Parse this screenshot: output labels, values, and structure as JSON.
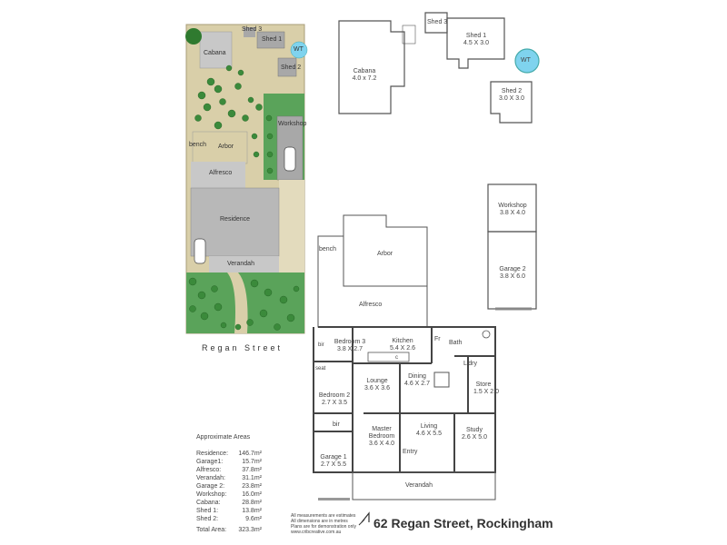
{
  "site_plan": {
    "labels": {
      "cabana": "Cabana",
      "shed1": "Shed 1",
      "shed2": "Shed 2",
      "shed3": "Shed 3",
      "wt": "WT",
      "workshop": "Workshop",
      "bench": "bench",
      "arbor": "Arbor",
      "alfresco": "Alfresco",
      "residence": "Residence",
      "verandah": "Verandah"
    },
    "street": "Regan Street"
  },
  "outbuildings": {
    "shed3": "Shed 3",
    "shed1": {
      "name": "Shed 1",
      "dims": "4.5 X 3.0"
    },
    "wt": "WT",
    "cabana": {
      "name": "Cabana",
      "dims": "4.0 x 7.2"
    },
    "shed2": {
      "name": "Shed 2",
      "dims": "3.0 X 3.0"
    },
    "workshop": {
      "name": "Workshop",
      "dims": "3.8 X 4.0"
    },
    "garage2": {
      "name": "Garage 2",
      "dims": "3.8 X 6.0"
    }
  },
  "floor_plan": {
    "bench": "bench",
    "arbor": "Arbor",
    "alfresco": "Alfresco",
    "bedroom3": {
      "name": "Bedroom 3",
      "dims": "3.8 X 2.7"
    },
    "kitchen": {
      "name": "Kitchen",
      "dims": "5.4 X 2.6"
    },
    "bath": "Bath",
    "fr": "Fr",
    "ldry": "L'dry",
    "store": {
      "name": "Store",
      "dims": "1.5 X 2.0"
    },
    "dining": {
      "name": "Dining",
      "dims": "4.6 X 2.7"
    },
    "lounge": {
      "name": "Lounge",
      "dims": "3.6 X 3.6"
    },
    "bedroom2": {
      "name": "Bedroom 2",
      "dims": "2.7 X 3.5"
    },
    "master": {
      "name1": "Master",
      "name2": "Bedroom",
      "dims": "3.6 X 4.0"
    },
    "living": {
      "name": "Living",
      "dims": "4.6 X 5.5"
    },
    "study": {
      "name": "Study",
      "dims": "2.6 X 5.0"
    },
    "garage1": {
      "name": "Garage 1",
      "dims": "2.7 X 5.5"
    },
    "entry": "Entry",
    "verandah": "Verandah",
    "bir1": "bir",
    "bir2": "bir",
    "seat": "seat",
    "c": "c"
  },
  "areas": {
    "title": "Approximate Areas",
    "rows": [
      {
        "k": "Residence:",
        "v": "146.7m²"
      },
      {
        "k": "Garage1:",
        "v": "15.7m²"
      },
      {
        "k": "Alfresco:",
        "v": "37.8m²"
      },
      {
        "k": "Verandah:",
        "v": "31.1m²"
      },
      {
        "k": "Garage 2:",
        "v": "23.8m²"
      },
      {
        "k": "Workshop:",
        "v": "16.0m²"
      },
      {
        "k": "Cabana:",
        "v": "28.8m²"
      },
      {
        "k": "Shed 1:",
        "v": "13.8m²"
      },
      {
        "k": "Shed 2:",
        "v": "9.6m²"
      }
    ],
    "total_label": "Total Area:",
    "total_value": "323.3m²"
  },
  "disclaimer": [
    "All measurements are estimates",
    "All dimensions are in metres",
    "Plans are for demonstration only",
    "www.cribcreative.com.au"
  ],
  "address": "62 Regan Street, Rockingham",
  "colors": {
    "lawn": "#d4c9a4",
    "grass": "#5aa35a",
    "building": "#c8c8c8",
    "tree": "#2f7a2f",
    "wall": "#555555",
    "water": "#7fd3ee"
  }
}
